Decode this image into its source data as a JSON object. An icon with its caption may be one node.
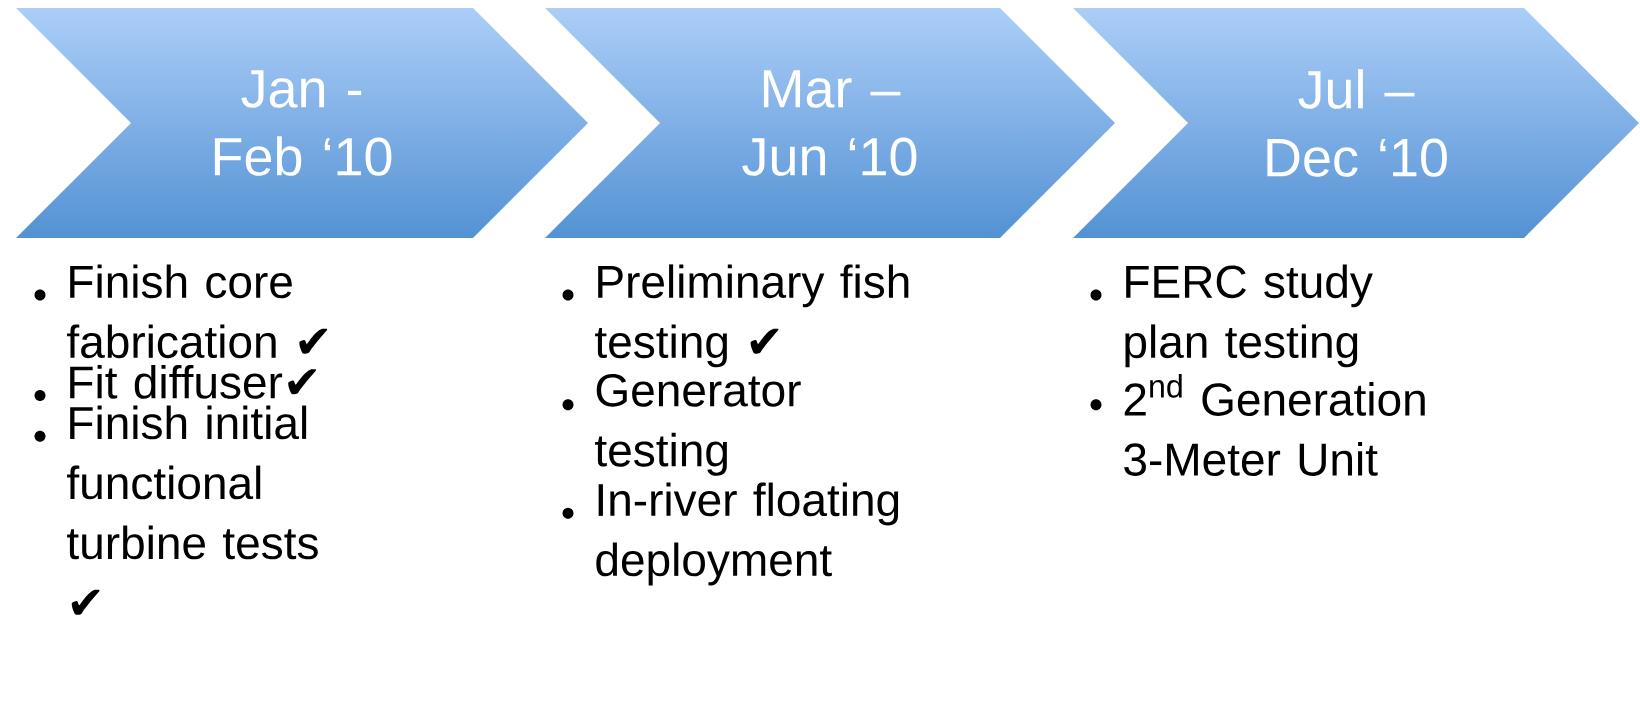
{
  "diagram": {
    "nodes": [
      {
        "text": [
          "Jan - Feb ‘10"
        ],
        "beside": [
          "Finish core fabrication ✔",
          "Fit diffuser✔",
          "Finish initial functional turbine tests ✔"
        ]
      },
      {
        "text": [
          "Mar – Jun ‘10"
        ],
        "beside": [
          "Preliminary fish testing ✔",
          "Generator testing",
          "In-river floating deployment"
        ]
      },
      {
        "text": [
          "Jul – Dec ‘10"
        ],
        "beside": [
          "FERC study plan testing",
          "2$^{nd}$ Generation 3-Meter Unit"
        ]
      }
    ]
  }
}
